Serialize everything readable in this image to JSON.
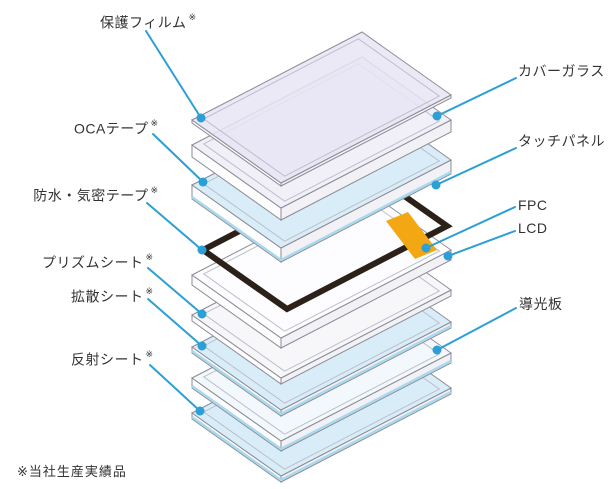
{
  "diagram": {
    "title_hint": "exploded-view stack of display module layers",
    "labels_left": [
      {
        "id": "protective-film",
        "text": "保護フィルム",
        "note": "※"
      },
      {
        "id": "oca-tape",
        "text": "OCAテープ",
        "note": "※"
      },
      {
        "id": "waterproof-airtight-tape",
        "text": "防水・気密テープ",
        "note": "※"
      },
      {
        "id": "prism-sheet",
        "text": "プリズムシート",
        "note": "※"
      },
      {
        "id": "diffusion-sheet",
        "text": "拡散シート",
        "note": "※"
      },
      {
        "id": "reflection-sheet",
        "text": "反射シート",
        "note": "※"
      }
    ],
    "labels_right": [
      {
        "id": "cover-glass",
        "text": "カバーガラス"
      },
      {
        "id": "touch-panel",
        "text": "タッチパネル"
      },
      {
        "id": "fpc",
        "text": "FPC"
      },
      {
        "id": "lcd",
        "text": "LCD"
      },
      {
        "id": "light-guide-plate",
        "text": "導光板"
      }
    ],
    "footnote": "※当社生産実績品",
    "stack_order_top_to_bottom": [
      "保護フィルム",
      "カバーガラス",
      "OCAテープ",
      "タッチパネル",
      "防水・気密テープ",
      "FPC",
      "LCD",
      "プリズムシート",
      "拡散シート",
      "導光板",
      "反射シート"
    ]
  },
  "colors": {
    "background": "#ffffff",
    "leader": "#2b9fd6",
    "outline": "#8b8b96",
    "inset_line": "#bcbfca",
    "side": "#fdfdfd",
    "side_shade": "#f2f2f6",
    "blue_top": "#d9edf8",
    "blue_edge": "#a9d9ee",
    "film_top": "#e8e5f4",
    "cover_top": "#f1f0f9",
    "white_top": "#fdfdff",
    "prism_top": "#f7f7fa",
    "lightguide_top": "#f3f8fc",
    "fpc": "#f3a713",
    "frame": "#2b2118",
    "text": "#333333"
  }
}
